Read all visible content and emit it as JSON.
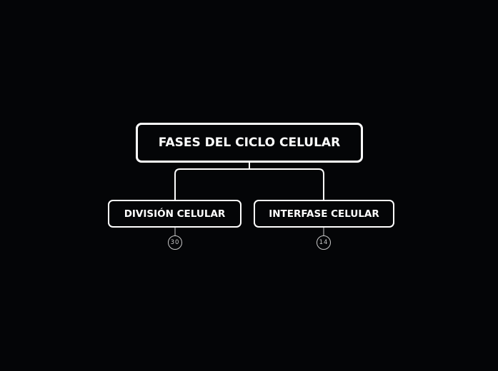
{
  "map": {
    "root": {
      "label": "FASES DEL CICLO CELULAR"
    },
    "children": [
      {
        "label": "DIVISIÓN CELULAR",
        "count": "30"
      },
      {
        "label": "INTERFASE CELULAR",
        "count": "14"
      }
    ]
  },
  "colors": {
    "background": "#040507",
    "node_border": "#ffffff",
    "node_text": "#ffffff",
    "badge": "#c8c8c8"
  }
}
